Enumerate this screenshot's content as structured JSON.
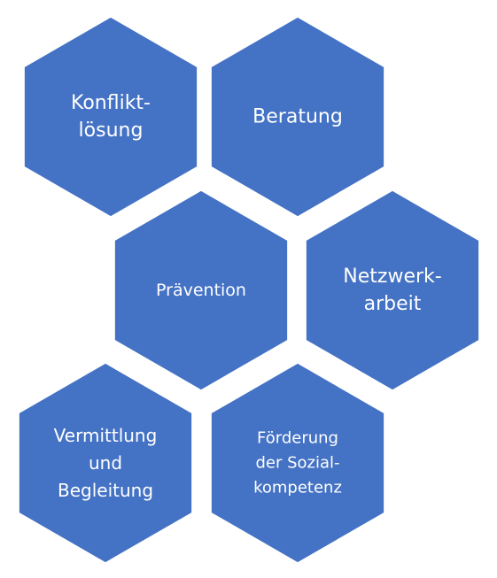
{
  "colors": {
    "hex_fill": "#4472C4",
    "text": "#FFFFFF",
    "background": "#FFFFFF"
  },
  "hexagons": [
    {
      "id": "konfliktloesung",
      "lines": [
        "Konflikt-",
        "lösung"
      ]
    },
    {
      "id": "beratung",
      "lines": [
        "Beratung"
      ]
    },
    {
      "id": "praevention",
      "lines": [
        "Prävention"
      ]
    },
    {
      "id": "netzwerkarbeit",
      "lines": [
        "Netzwerk-",
        "arbeit"
      ]
    },
    {
      "id": "vermittlung",
      "lines": [
        "Vermittlung",
        "und",
        "Begleitung"
      ]
    },
    {
      "id": "foerderung",
      "lines": [
        "Förderung",
        "der Sozial-",
        "kompetenz"
      ]
    }
  ]
}
